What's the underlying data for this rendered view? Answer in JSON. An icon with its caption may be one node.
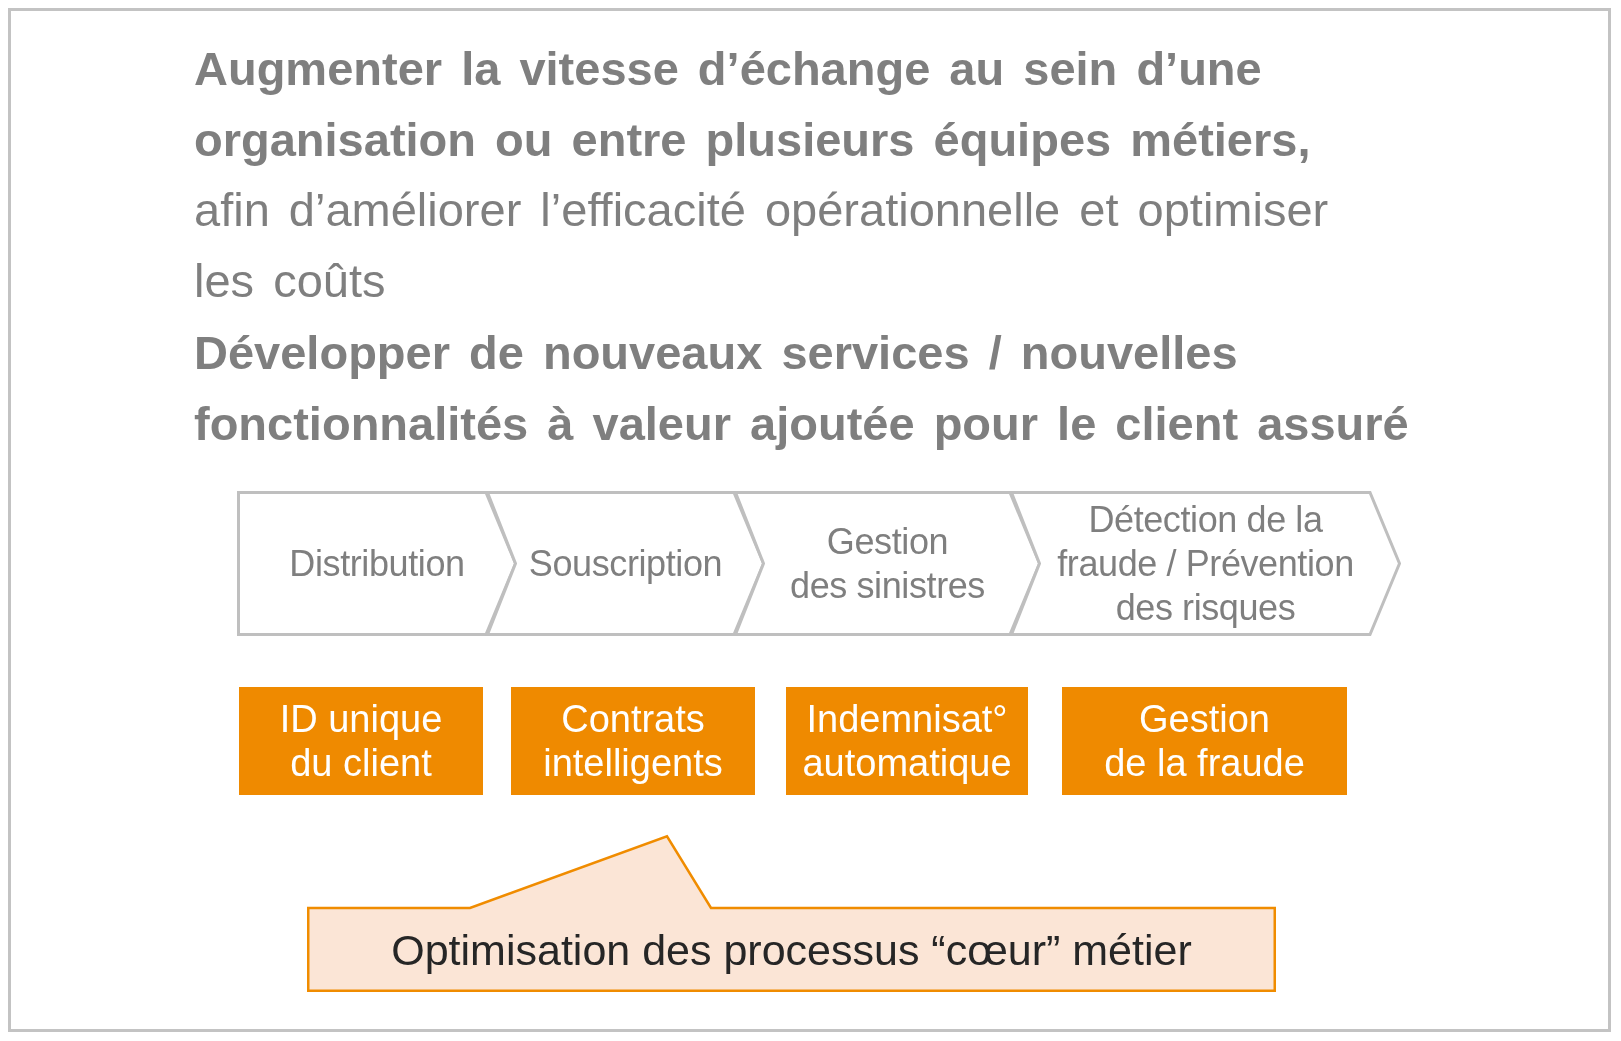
{
  "diagram": {
    "nodes": [
      {
        "text": [
          "Distribution"
        ]
      },
      {
        "text": [
          "Souscription"
        ]
      },
      {
        "text": [
          "Gestion des sinistres"
        ]
      },
      {
        "text": [
          "Détection de la fraude / Prévention des risques"
        ]
      },
      {
        "text": [
          "ID unique du client"
        ]
      },
      {
        "text": [
          "Contrats intelligents"
        ]
      },
      {
        "text": [
          "Indemnisat° automatique"
        ]
      },
      {
        "text": [
          "Gestion de la fraude"
        ]
      },
      {
        "text": [
          "Optimisation des processus “cœur” métier"
        ]
      }
    ],
    "labels": [
      "**Augmenter la vitesse d’échange au sein d’une organisation ou entre plusieurs équipes métiers,** afin d’améliorer l’efficacité opérationnelle et optimiser les coûts",
      "Développer de nouveaux services / nouvelles fonctionnalités à valeur ajoutée pour le client assuré"
    ]
  }
}
